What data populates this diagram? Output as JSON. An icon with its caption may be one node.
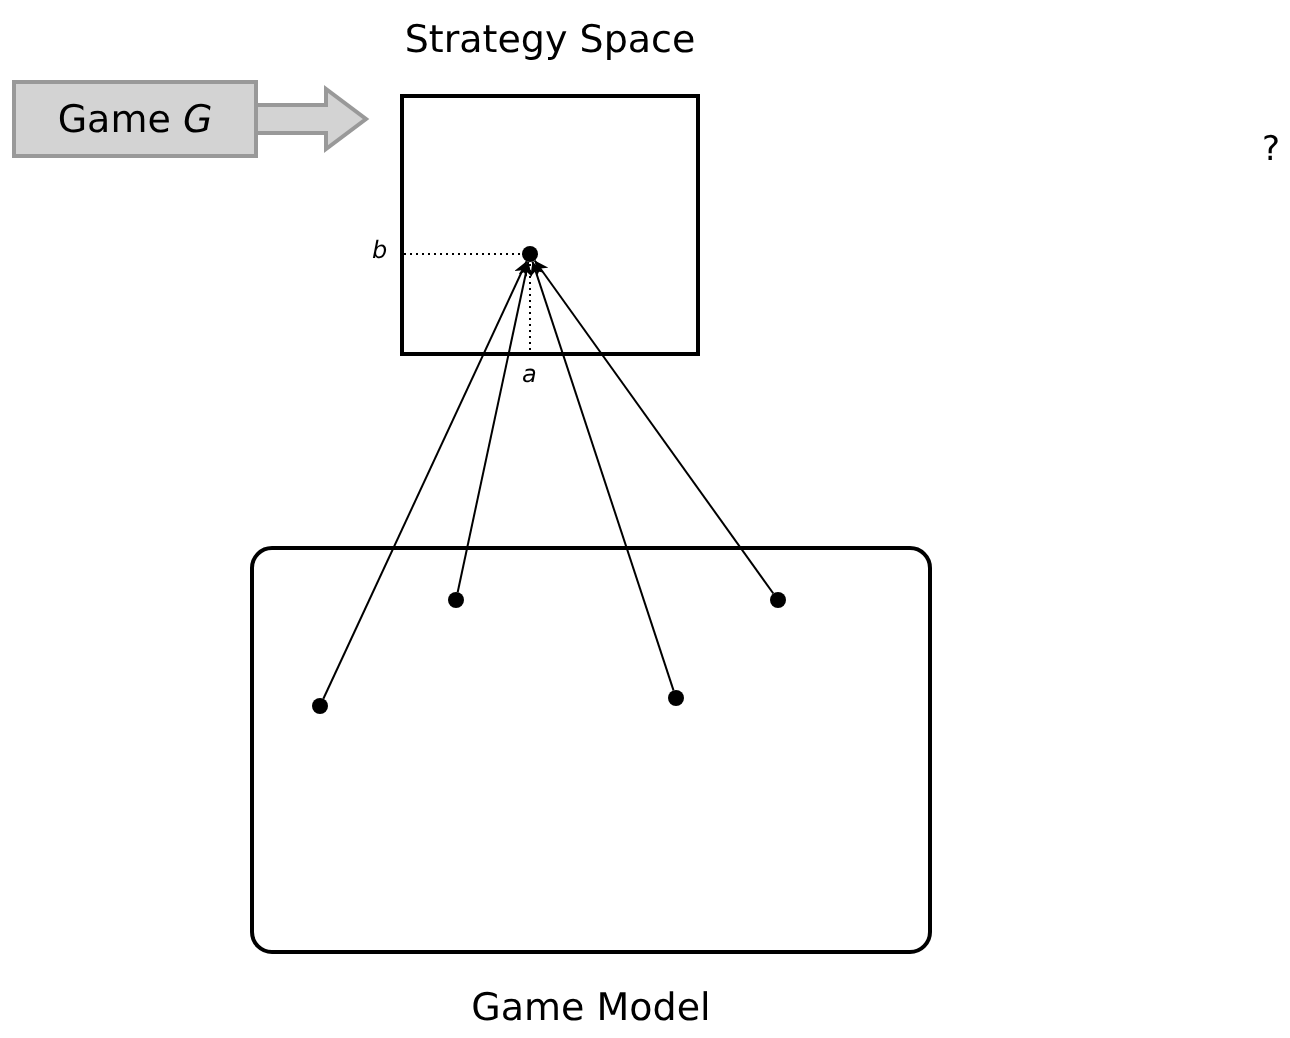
{
  "diagram": {
    "nodes": [
      {
        "text": [
          "Game *G*"
        ]
      },
      {
        "text": [
          "Strategy Space"
        ]
      },
      {
        "text": [],
        "shape": "circle",
        "in": 1
      },
      {
        "text": [
          "Game Model"
        ]
      },
      {
        "text": [],
        "shape": "circle",
        "in": 3
      },
      {
        "text": [],
        "shape": "circle",
        "in": 3
      },
      {
        "text": [],
        "shape": "circle",
        "in": 3
      },
      {
        "text": [],
        "shape": "circle",
        "in": 3
      }
    ],
    "edges": [
      {
        "from": 0,
        "to": 1,
        "arrow": "to",
        "style": "thick",
        "color": "#999999"
      },
      {
        "from": 4,
        "to": 2,
        "arrow": "to"
      },
      {
        "from": 5,
        "to": 2,
        "arrow": "to"
      },
      {
        "from": 6,
        "to": 2,
        "arrow": "to"
      },
      {
        "from": 7,
        "to": 2,
        "arrow": "to"
      }
    ],
    "labels": [
      "b",
      "a",
      "?"
    ]
  }
}
